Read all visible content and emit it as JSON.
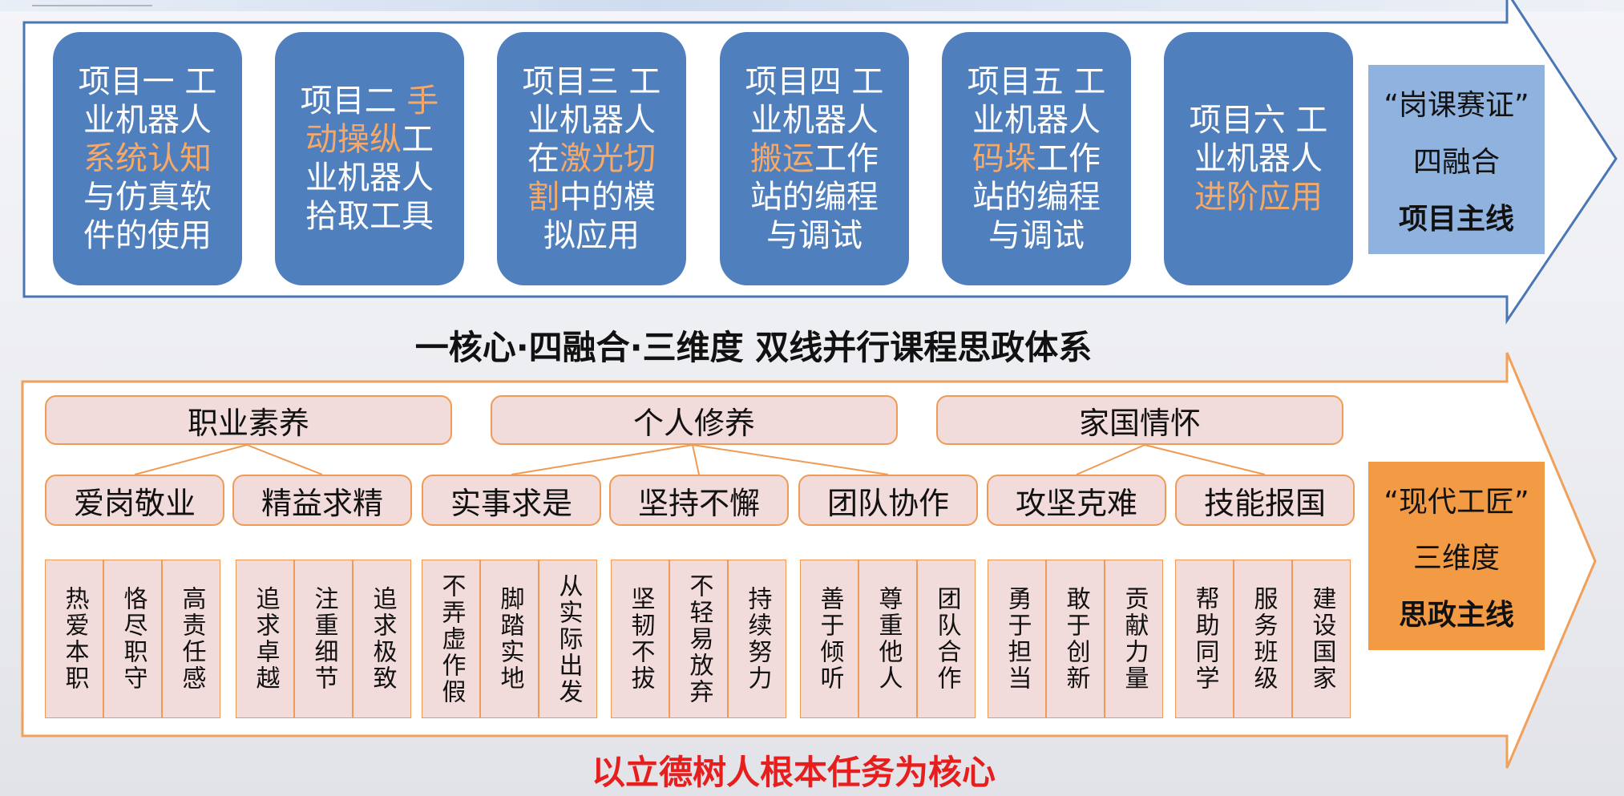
{
  "projects": [
    {
      "segs": [
        {
          "t": "项目一 工业机器人",
          "h": false
        },
        {
          "t": "系统认知",
          "h": true
        },
        {
          "t": "与仿真软件的使用",
          "h": false
        }
      ]
    },
    {
      "segs": [
        {
          "t": "项目二 ",
          "h": false
        },
        {
          "t": "手动操纵",
          "h": true
        },
        {
          "t": "工业机器人拾取工具",
          "h": false
        }
      ]
    },
    {
      "segs": [
        {
          "t": "项目三 工业机器人在",
          "h": false
        },
        {
          "t": "激光切割",
          "h": true
        },
        {
          "t": "中的模拟应用",
          "h": false
        }
      ]
    },
    {
      "segs": [
        {
          "t": "项目四 工业机器人",
          "h": false
        },
        {
          "t": "搬运",
          "h": true
        },
        {
          "t": "工作站的编程与调试",
          "h": false
        }
      ]
    },
    {
      "segs": [
        {
          "t": "项目五 工业机器人",
          "h": false
        },
        {
          "t": "码垛",
          "h": true
        },
        {
          "t": "工作站的编程与调试",
          "h": false
        }
      ]
    },
    {
      "segs": [
        {
          "t": "项目六 工业机器人",
          "h": false
        },
        {
          "t": "进阶应用",
          "h": true
        }
      ]
    }
  ],
  "project_side": {
    "line1": "“岗课赛证”",
    "line2": "四融合",
    "line3": "项目主线"
  },
  "main_title": "一核心·四融合·三维度  双线并行课程思政体系",
  "dimensions": [
    "职业素养",
    "个人修养",
    "家国情怀"
  ],
  "values": [
    "爱岗敬业",
    "精益求精",
    "实事求是",
    "坚持不懈",
    "团队协作",
    "攻坚克难",
    "技能报国"
  ],
  "details": [
    [
      "热爱本职",
      "恪尽职守",
      "高责任感"
    ],
    [
      "追求卓越",
      "注重细节",
      "追求极致"
    ],
    [
      "不弄虚作假",
      "脚踏实地",
      "从实际出发"
    ],
    [
      "坚韧不拔",
      "不轻易放弃",
      "持续努力"
    ],
    [
      "善于倾听",
      "尊重他人",
      "团队合作"
    ],
    [
      "勇于担当",
      "敢于创新",
      "贡献力量"
    ],
    [
      "帮助同学",
      "服务班级",
      "建设国家"
    ]
  ],
  "value_side": {
    "line1": "“现代工匠”",
    "line2": "三维度",
    "line3": "思政主线"
  },
  "bottom_title": "以立德树人根本任务为核心",
  "colors": {
    "project_box": "#4f7fbd",
    "highlight": "#f6a867",
    "blue_arrow": "#4a76b5",
    "orange_arrow": "#f0a05a",
    "cell_fill": "#f2dcdb",
    "side_blue": "#8fb2df",
    "side_orange": "#f39a45",
    "bottom_title": "#e61e1e"
  }
}
